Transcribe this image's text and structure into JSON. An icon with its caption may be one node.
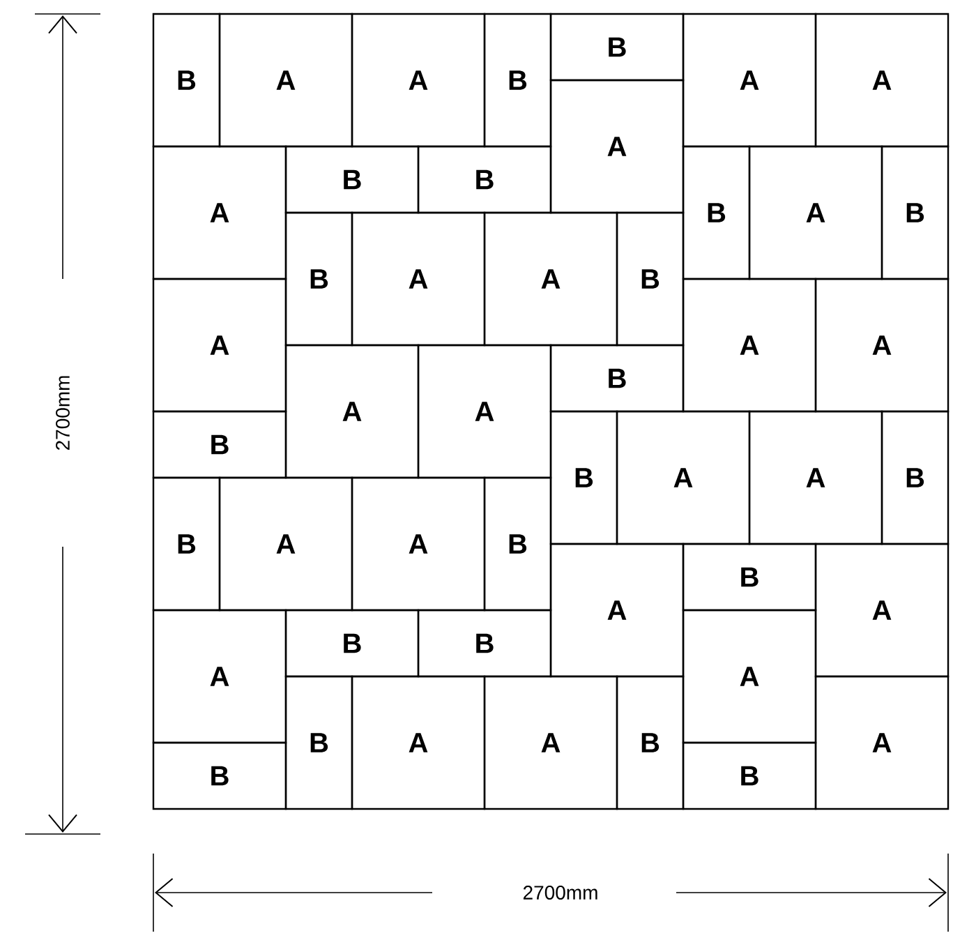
{
  "diagram": {
    "nodes": [
      {
        "text": [
          "B"
        ]
      },
      {
        "text": [
          "A"
        ]
      },
      {
        "text": [
          "A"
        ]
      },
      {
        "text": [
          "B"
        ]
      },
      {
        "text": [
          "B"
        ]
      },
      {
        "text": [
          "A"
        ]
      },
      {
        "text": [
          "A"
        ]
      },
      {
        "text": [
          "A"
        ]
      },
      {
        "text": [
          "A"
        ]
      },
      {
        "text": [
          "B"
        ]
      },
      {
        "text": [
          "B"
        ]
      },
      {
        "text": [
          "B"
        ]
      },
      {
        "text": [
          "A"
        ]
      },
      {
        "text": [
          "B"
        ]
      },
      {
        "text": [
          "B"
        ]
      },
      {
        "text": [
          "A"
        ]
      },
      {
        "text": [
          "A"
        ]
      },
      {
        "text": [
          "B"
        ]
      },
      {
        "text": [
          "A"
        ]
      },
      {
        "text": [
          "A"
        ]
      },
      {
        "text": [
          "A"
        ]
      },
      {
        "text": [
          "A"
        ]
      },
      {
        "text": [
          "A"
        ]
      },
      {
        "text": [
          "B"
        ]
      },
      {
        "text": [
          "B"
        ]
      },
      {
        "text": [
          "B"
        ]
      },
      {
        "text": [
          "A"
        ]
      },
      {
        "text": [
          "A"
        ]
      },
      {
        "text": [
          "B"
        ]
      },
      {
        "text": [
          "B"
        ]
      },
      {
        "text": [
          "A"
        ]
      },
      {
        "text": [
          "A"
        ]
      },
      {
        "text": [
          "B"
        ]
      },
      {
        "text": [
          "A"
        ]
      },
      {
        "text": [
          "B"
        ]
      },
      {
        "text": [
          "A"
        ]
      },
      {
        "text": [
          "A"
        ]
      },
      {
        "text": [
          "B"
        ]
      },
      {
        "text": [
          "B"
        ]
      },
      {
        "text": [
          "A"
        ]
      },
      {
        "text": [
          "B"
        ]
      },
      {
        "text": [
          "A"
        ]
      },
      {
        "text": [
          "A"
        ]
      },
      {
        "text": [
          "B"
        ]
      },
      {
        "text": [
          "A"
        ]
      },
      {
        "text": [
          "B"
        ]
      },
      {
        "text": [
          "B"
        ]
      }
    ],
    "labels": [
      "2700mm",
      "2700mm"
    ]
  }
}
